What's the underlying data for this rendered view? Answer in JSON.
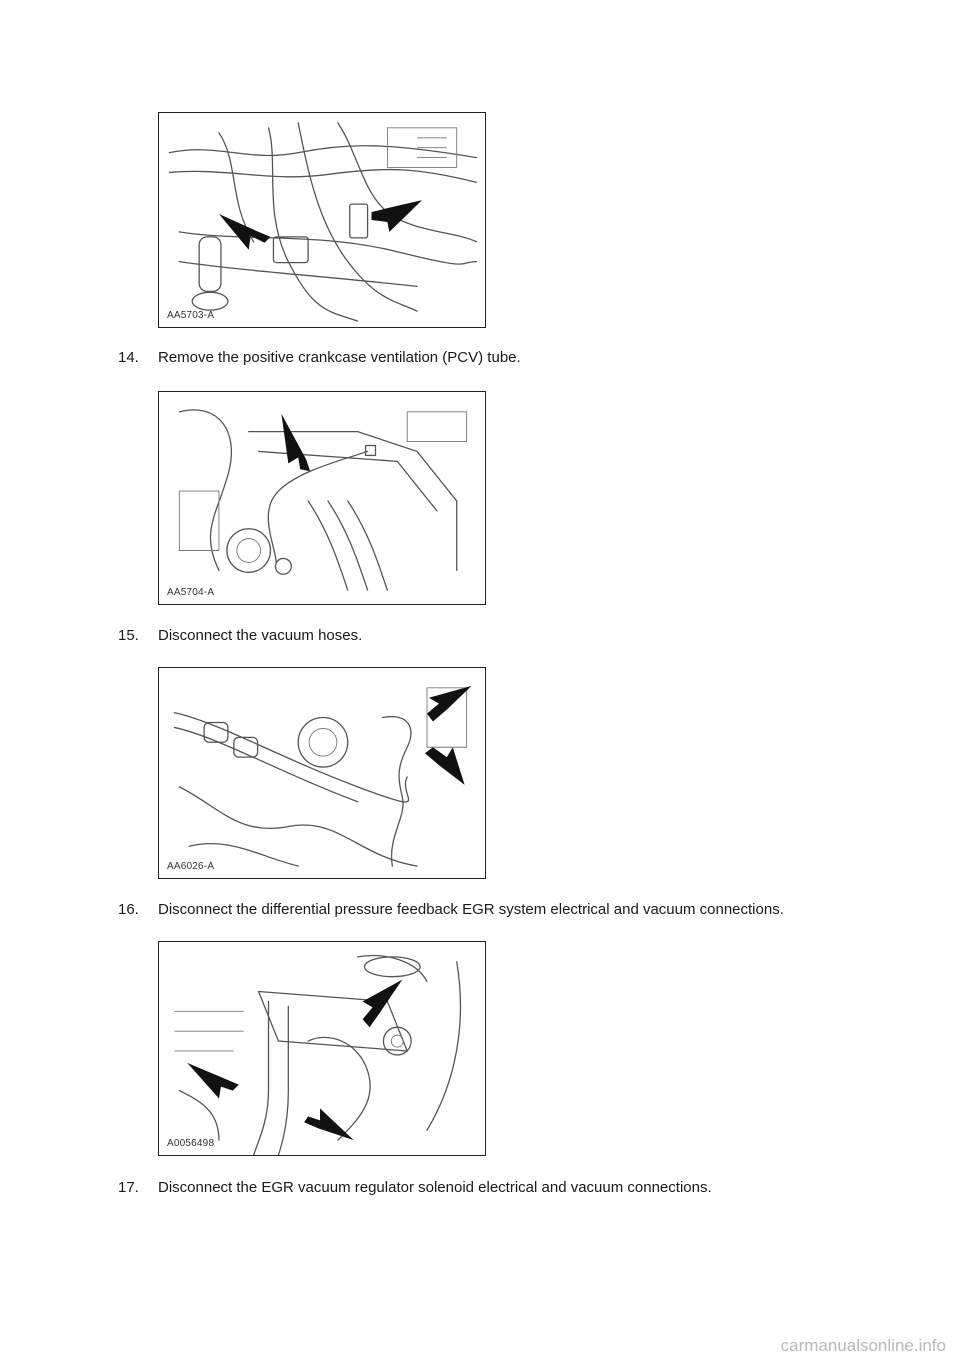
{
  "figures": [
    {
      "id": "AA5703-A"
    },
    {
      "id": "AA5704-A"
    },
    {
      "id": "AA6026-A"
    },
    {
      "id": "A0056498"
    }
  ],
  "steps": [
    {
      "number": "14.",
      "text": "Remove the positive crankcase ventilation (PCV) tube."
    },
    {
      "number": "15.",
      "text": "Disconnect the vacuum hoses."
    },
    {
      "number": "16.",
      "text": "Disconnect the differential pressure feedback EGR system electrical and vacuum connections."
    },
    {
      "number": "17.",
      "text": "Disconnect the EGR vacuum regulator solenoid electrical and vacuum connections."
    }
  ],
  "watermark": "carmanualsonline.info"
}
